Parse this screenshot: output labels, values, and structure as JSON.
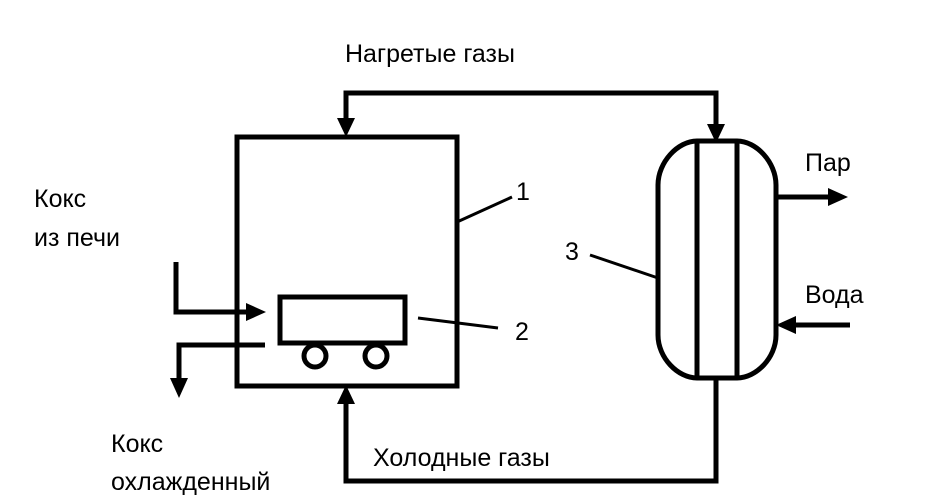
{
  "labels": {
    "hot_gases": "Нагретые газы",
    "cold_gases": "Холодные газы",
    "coke_in_line1": "Кокс",
    "coke_in_line2": "из печи",
    "coke_out_line1": "Кокс",
    "coke_out_line2": "охлажденный",
    "steam": "Пар",
    "water": "Вода",
    "callout_1": "1",
    "callout_2": "2",
    "callout_3": "3"
  }
}
